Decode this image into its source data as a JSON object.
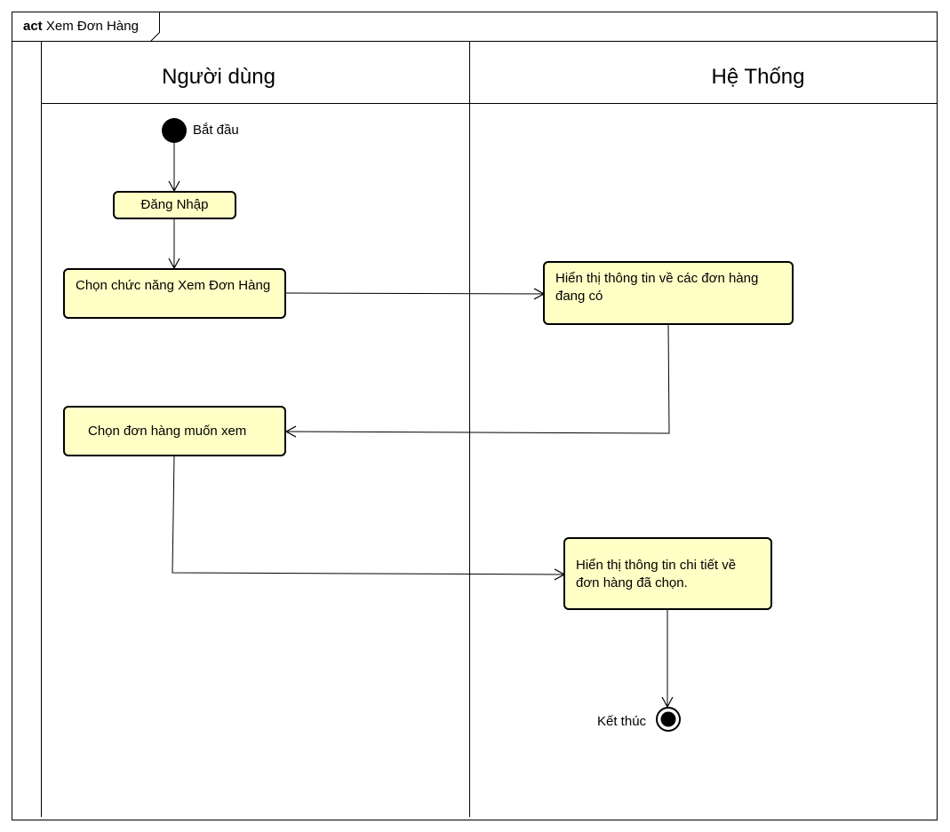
{
  "frame": {
    "keyword": "act",
    "name": "Xem Đơn Hàng"
  },
  "lanes": [
    {
      "name": "Người dùng"
    },
    {
      "name": "Hệ Thống"
    }
  ],
  "nodes": {
    "start": {
      "label": "Bắt đầu"
    },
    "login": {
      "label": "Đăng Nhập"
    },
    "choose_view_orders": {
      "label": "Chọn chức năng Xem Đơn Hàng"
    },
    "show_orders": {
      "label": "Hiển thị thông tin về các đơn hàng đang có"
    },
    "choose_order": {
      "label": "Chọn đơn hàng muốn xem"
    },
    "show_order_detail": {
      "label": "Hiển thị thông tin chi tiết về đơn hàng đã chọn."
    },
    "end": {
      "label": "Kết thúc"
    }
  },
  "colors": {
    "action_fill": "#ffffc6",
    "line": "#000000",
    "background": "#ffffff"
  }
}
